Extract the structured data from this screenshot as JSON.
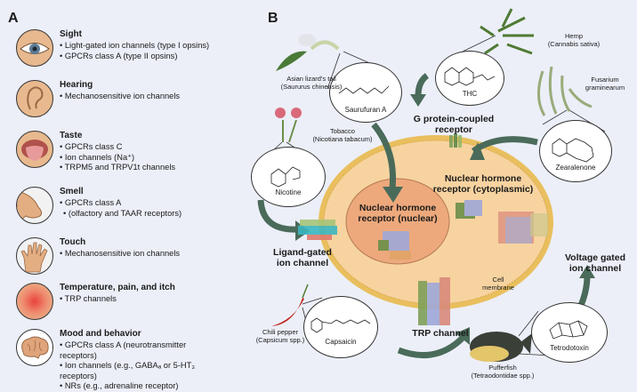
{
  "panel_a": {
    "letter": "A",
    "senses": [
      {
        "title": "Sight",
        "icon": "eye-icon",
        "items": [
          "Light-gated ion channels (type I opsins)",
          "GPCRs class A (type II opsins)"
        ]
      },
      {
        "title": "Hearing",
        "icon": "ear-icon",
        "items": [
          "Mechanosensitive ion channels"
        ]
      },
      {
        "title": "Taste",
        "icon": "tongue-icon",
        "items": [
          "GPCRs class C",
          "Ion channels (Na⁺)",
          "TRPM5 and TRPV1t channels"
        ]
      },
      {
        "title": "Smell",
        "icon": "nose-icon",
        "items": [
          "GPCRs class A",
          "(olfactory and TAAR receptors)"
        ]
      },
      {
        "title": "Touch",
        "icon": "hand-icon",
        "items": [
          "Mechanosensitive ion channels"
        ]
      },
      {
        "title": "Temperature, pain, and itch",
        "icon": "heat-icon",
        "items": [
          "TRP channels"
        ]
      },
      {
        "title": "Mood and behavior",
        "icon": "brain-icon",
        "items": [
          "GPCRs class A (neurotransmitter receptors)",
          "Ion channels (e.g., GABAₐ or 5-HT₃ receptors)",
          "NRs (e.g., adrenaline receptor)"
        ]
      }
    ]
  },
  "panel_b": {
    "letter": "B",
    "sources": {
      "lizard_tail": [
        "Asian lizard's tail",
        "(Saururus chinensis)"
      ],
      "hemp": [
        "Hemp",
        "(Cannabis sativa)"
      ],
      "tobacco": [
        "Tobacco",
        "(Nicotiana tabacum)"
      ],
      "fusarium": [
        "Fusarium",
        "graminearum"
      ],
      "chili": [
        "Chili pepper",
        "(Capsicum spp.)"
      ],
      "pufferfish": [
        "Pufferfish",
        "(Tetraodontidae spp.)"
      ]
    },
    "molecules": {
      "saurufuran": "Saurufuran A",
      "thc": "THC",
      "nicotine": "Nicotine",
      "zearalenone": "Zearalenone",
      "capsaicin": "Capsaicin",
      "tetrodotoxin": "Tetrodotoxin"
    },
    "receptors": {
      "gpcr": [
        "G protein-coupled",
        "receptor"
      ],
      "nr_nuclear": [
        "Nuclear hormone",
        "receptor (nuclear)"
      ],
      "nr_cyto": [
        "Nuclear hormone",
        "receptor (cytoplasmic)"
      ],
      "ligand_gated": [
        "Ligand-gated",
        "ion channel"
      ],
      "voltage_gated": [
        "Voltage gated",
        "ion channel"
      ],
      "trp": "TRP channel"
    },
    "cell_membrane": [
      "Cell",
      "membrane"
    ],
    "colors": {
      "background": "#eceff8",
      "arrow": "#4a6b5a",
      "cytoplasm": "#f7d3a0",
      "membrane": "#e9bf5e",
      "nucleus": "#eda97c"
    }
  }
}
